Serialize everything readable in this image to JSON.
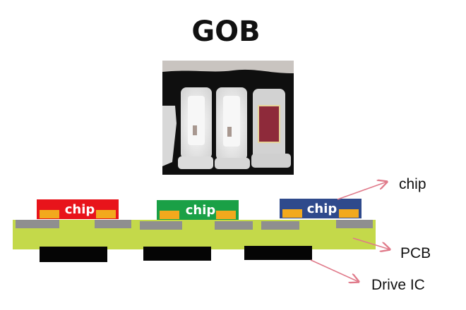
{
  "title": "GOB",
  "chip_label": "chip",
  "callouts": {
    "chip": "chip",
    "pcb": "PCB",
    "drive_ic": "Drive IC"
  },
  "colors": {
    "chip_red": "#e8141b",
    "chip_green": "#1aa046",
    "chip_blue": "#2f4a8c",
    "pad": "#f2a91d",
    "pcb": "#c4d94a",
    "solder_pad": "#8f8f8f",
    "drive_ic": "#050505",
    "arrow": "#e07a8a",
    "photo_bg": "#0f0f0f"
  },
  "photo": {
    "icon": "led-gob-macro-photo-icon"
  }
}
